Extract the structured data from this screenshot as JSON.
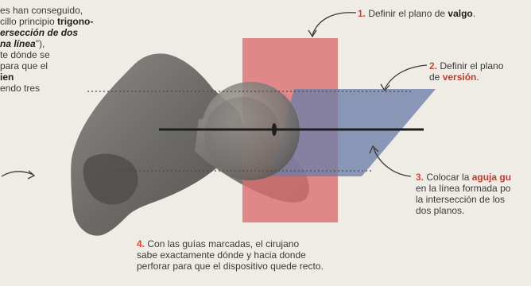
{
  "intro": {
    "line1": "es han conseguido,",
    "line2_a": "cillo principio ",
    "line2_b": "trigono-",
    "line3": "ersección de dos",
    "line4_a": "na línea",
    "line4_b": "\"),",
    "line5": "te dónde se",
    "line6": "para que el",
    "line7": "ien",
    "line8": "endo tres"
  },
  "step1": {
    "num": "1.",
    "text_a": "Definir el plano de ",
    "text_b": "valgo",
    "text_c": "."
  },
  "step2": {
    "num": "2.",
    "line1": "Definir el plano",
    "line2_a": "de ",
    "line2_b": "versión",
    "line2_c": "."
  },
  "step3": {
    "num": "3.",
    "line1_a": "Colocar la ",
    "line1_b": "aguja gu",
    "line2": "en la línea formada po",
    "line3": "la intersección de los",
    "line4": "dos planos."
  },
  "step4": {
    "num": "4.",
    "line1": "Con las guías marcadas, el cirujano",
    "line2": "sabe exactamente dónde y hacia donde",
    "line3": "perforar para que el dispositivo quede recto."
  },
  "colors": {
    "background": "#efece6",
    "valgus_plane": "#dc6f6f",
    "version_plane": "#6d7ea8",
    "needle": "#1e1e1e",
    "accent_text": "#c23a2e"
  }
}
